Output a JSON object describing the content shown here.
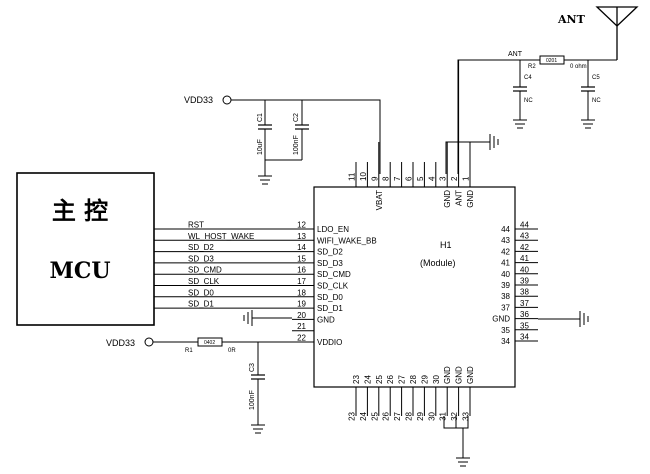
{
  "mcu": {
    "title_cn": "主 控",
    "title_en": "MCU"
  },
  "module": {
    "ref": "H1",
    "name": "(Module)"
  },
  "antenna": {
    "label": "ANT",
    "net_label": "ANT"
  },
  "power": {
    "vdd_top": "VDD33",
    "vdd_left": "VDD33"
  },
  "components": {
    "R2": {
      "ref": "R2",
      "package": "0201",
      "value": "0 ohm"
    },
    "R1": {
      "ref": "R1",
      "package": "0402",
      "value": "0R"
    },
    "C1": {
      "ref": "C1",
      "value": "10uF"
    },
    "C2": {
      "ref": "C2",
      "value": "100nF"
    },
    "C3": {
      "ref": "C3",
      "value": "100nF"
    },
    "C4": {
      "ref": "C4",
      "value": "NC"
    },
    "C5": {
      "ref": "C5",
      "value": "NC"
    }
  },
  "left_pins": [
    {
      "num": "12",
      "name": "LDO_EN",
      "net": "RST"
    },
    {
      "num": "13",
      "name": "WIFI_WAKE_BB",
      "net": "WL_HOST_WAKE"
    },
    {
      "num": "14",
      "name": "SD_D2",
      "net": "SD_D2"
    },
    {
      "num": "15",
      "name": "SD_D3",
      "net": "SD_D3"
    },
    {
      "num": "16",
      "name": "SD_CMD",
      "net": "SD_CMD"
    },
    {
      "num": "17",
      "name": "SD_CLK",
      "net": "SD_CLK"
    },
    {
      "num": "18",
      "name": "SD_D0",
      "net": "SD_D0"
    },
    {
      "num": "19",
      "name": "SD_D1",
      "net": "SD_D1"
    },
    {
      "num": "20",
      "name": "GND",
      "net": ""
    },
    {
      "num": "21",
      "name": "",
      "net": ""
    },
    {
      "num": "22",
      "name": "VDDIO",
      "net": ""
    }
  ],
  "top_pins": [
    {
      "num": "11",
      "name": ""
    },
    {
      "num": "10",
      "name": ""
    },
    {
      "num": "9",
      "name": "VBAT"
    },
    {
      "num": "8",
      "name": ""
    },
    {
      "num": "7",
      "name": ""
    },
    {
      "num": "6",
      "name": ""
    },
    {
      "num": "5",
      "name": ""
    },
    {
      "num": "4",
      "name": ""
    },
    {
      "num": "3",
      "name": "GND"
    },
    {
      "num": "2",
      "name": "ANT"
    },
    {
      "num": "1",
      "name": "GND"
    }
  ],
  "right_pins": [
    {
      "num": "44",
      "name": "44"
    },
    {
      "num": "43",
      "name": "43"
    },
    {
      "num": "42",
      "name": "42"
    },
    {
      "num": "41",
      "name": "41"
    },
    {
      "num": "40",
      "name": "40"
    },
    {
      "num": "39",
      "name": "39"
    },
    {
      "num": "38",
      "name": "38"
    },
    {
      "num": "37",
      "name": "37"
    },
    {
      "num": "36",
      "name": "GND"
    },
    {
      "num": "35",
      "name": "35"
    },
    {
      "num": "34",
      "name": "34"
    }
  ],
  "bottom_pins": [
    {
      "num": "23",
      "name": "23"
    },
    {
      "num": "24",
      "name": "24"
    },
    {
      "num": "25",
      "name": "25"
    },
    {
      "num": "26",
      "name": "26"
    },
    {
      "num": "27",
      "name": "27"
    },
    {
      "num": "28",
      "name": "28"
    },
    {
      "num": "29",
      "name": "29"
    },
    {
      "num": "30",
      "name": "30"
    },
    {
      "num": "31",
      "name": "GND"
    },
    {
      "num": "32",
      "name": "GND"
    },
    {
      "num": "33",
      "name": "GND"
    }
  ]
}
